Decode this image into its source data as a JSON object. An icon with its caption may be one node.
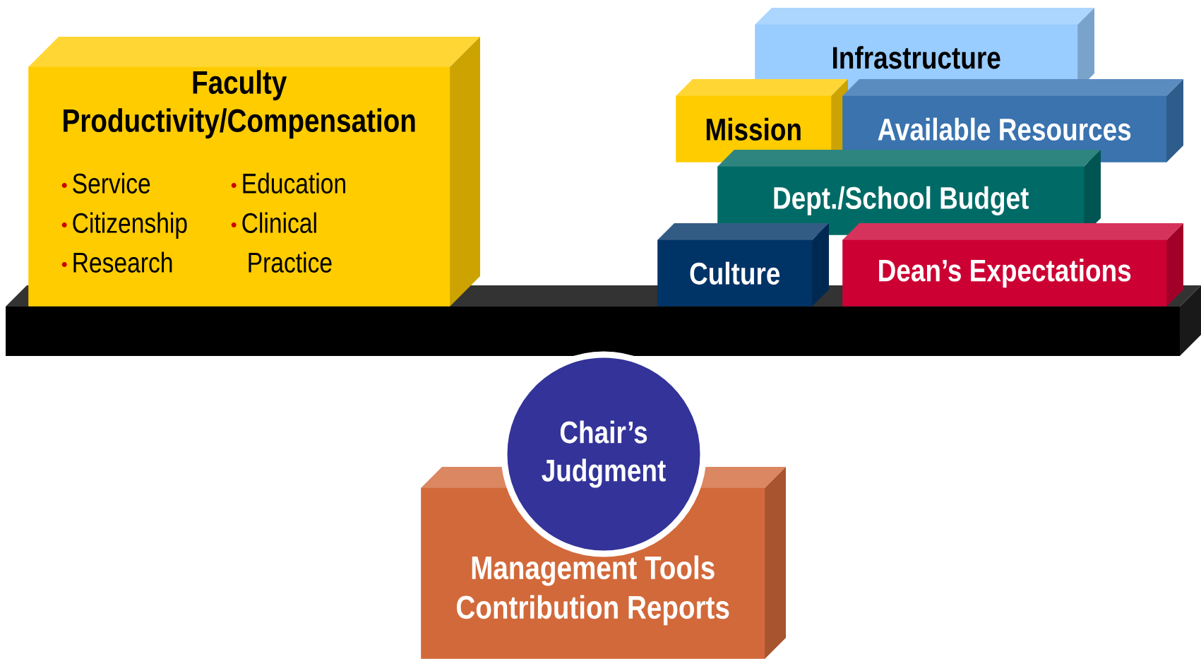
{
  "diagram": {
    "nodes": [
      {
        "text": [
          "Faculty Productivity/Compensation",
          "Service",
          "Citizenship",
          "Research",
          "Education",
          "Clinical Practice"
        ]
      },
      {
        "text": [
          "Infrastructure"
        ]
      },
      {
        "text": [
          "Mission"
        ]
      },
      {
        "text": [
          "Available Resources"
        ]
      },
      {
        "text": [
          "Dept./School Budget"
        ]
      },
      {
        "text": [
          "Culture"
        ]
      },
      {
        "text": [
          "Dean’s Expectations"
        ]
      },
      {
        "text": [
          "Chair’s Judgment"
        ]
      },
      {
        "text": [
          "Management Tools Contribution Reports"
        ]
      }
    ]
  }
}
